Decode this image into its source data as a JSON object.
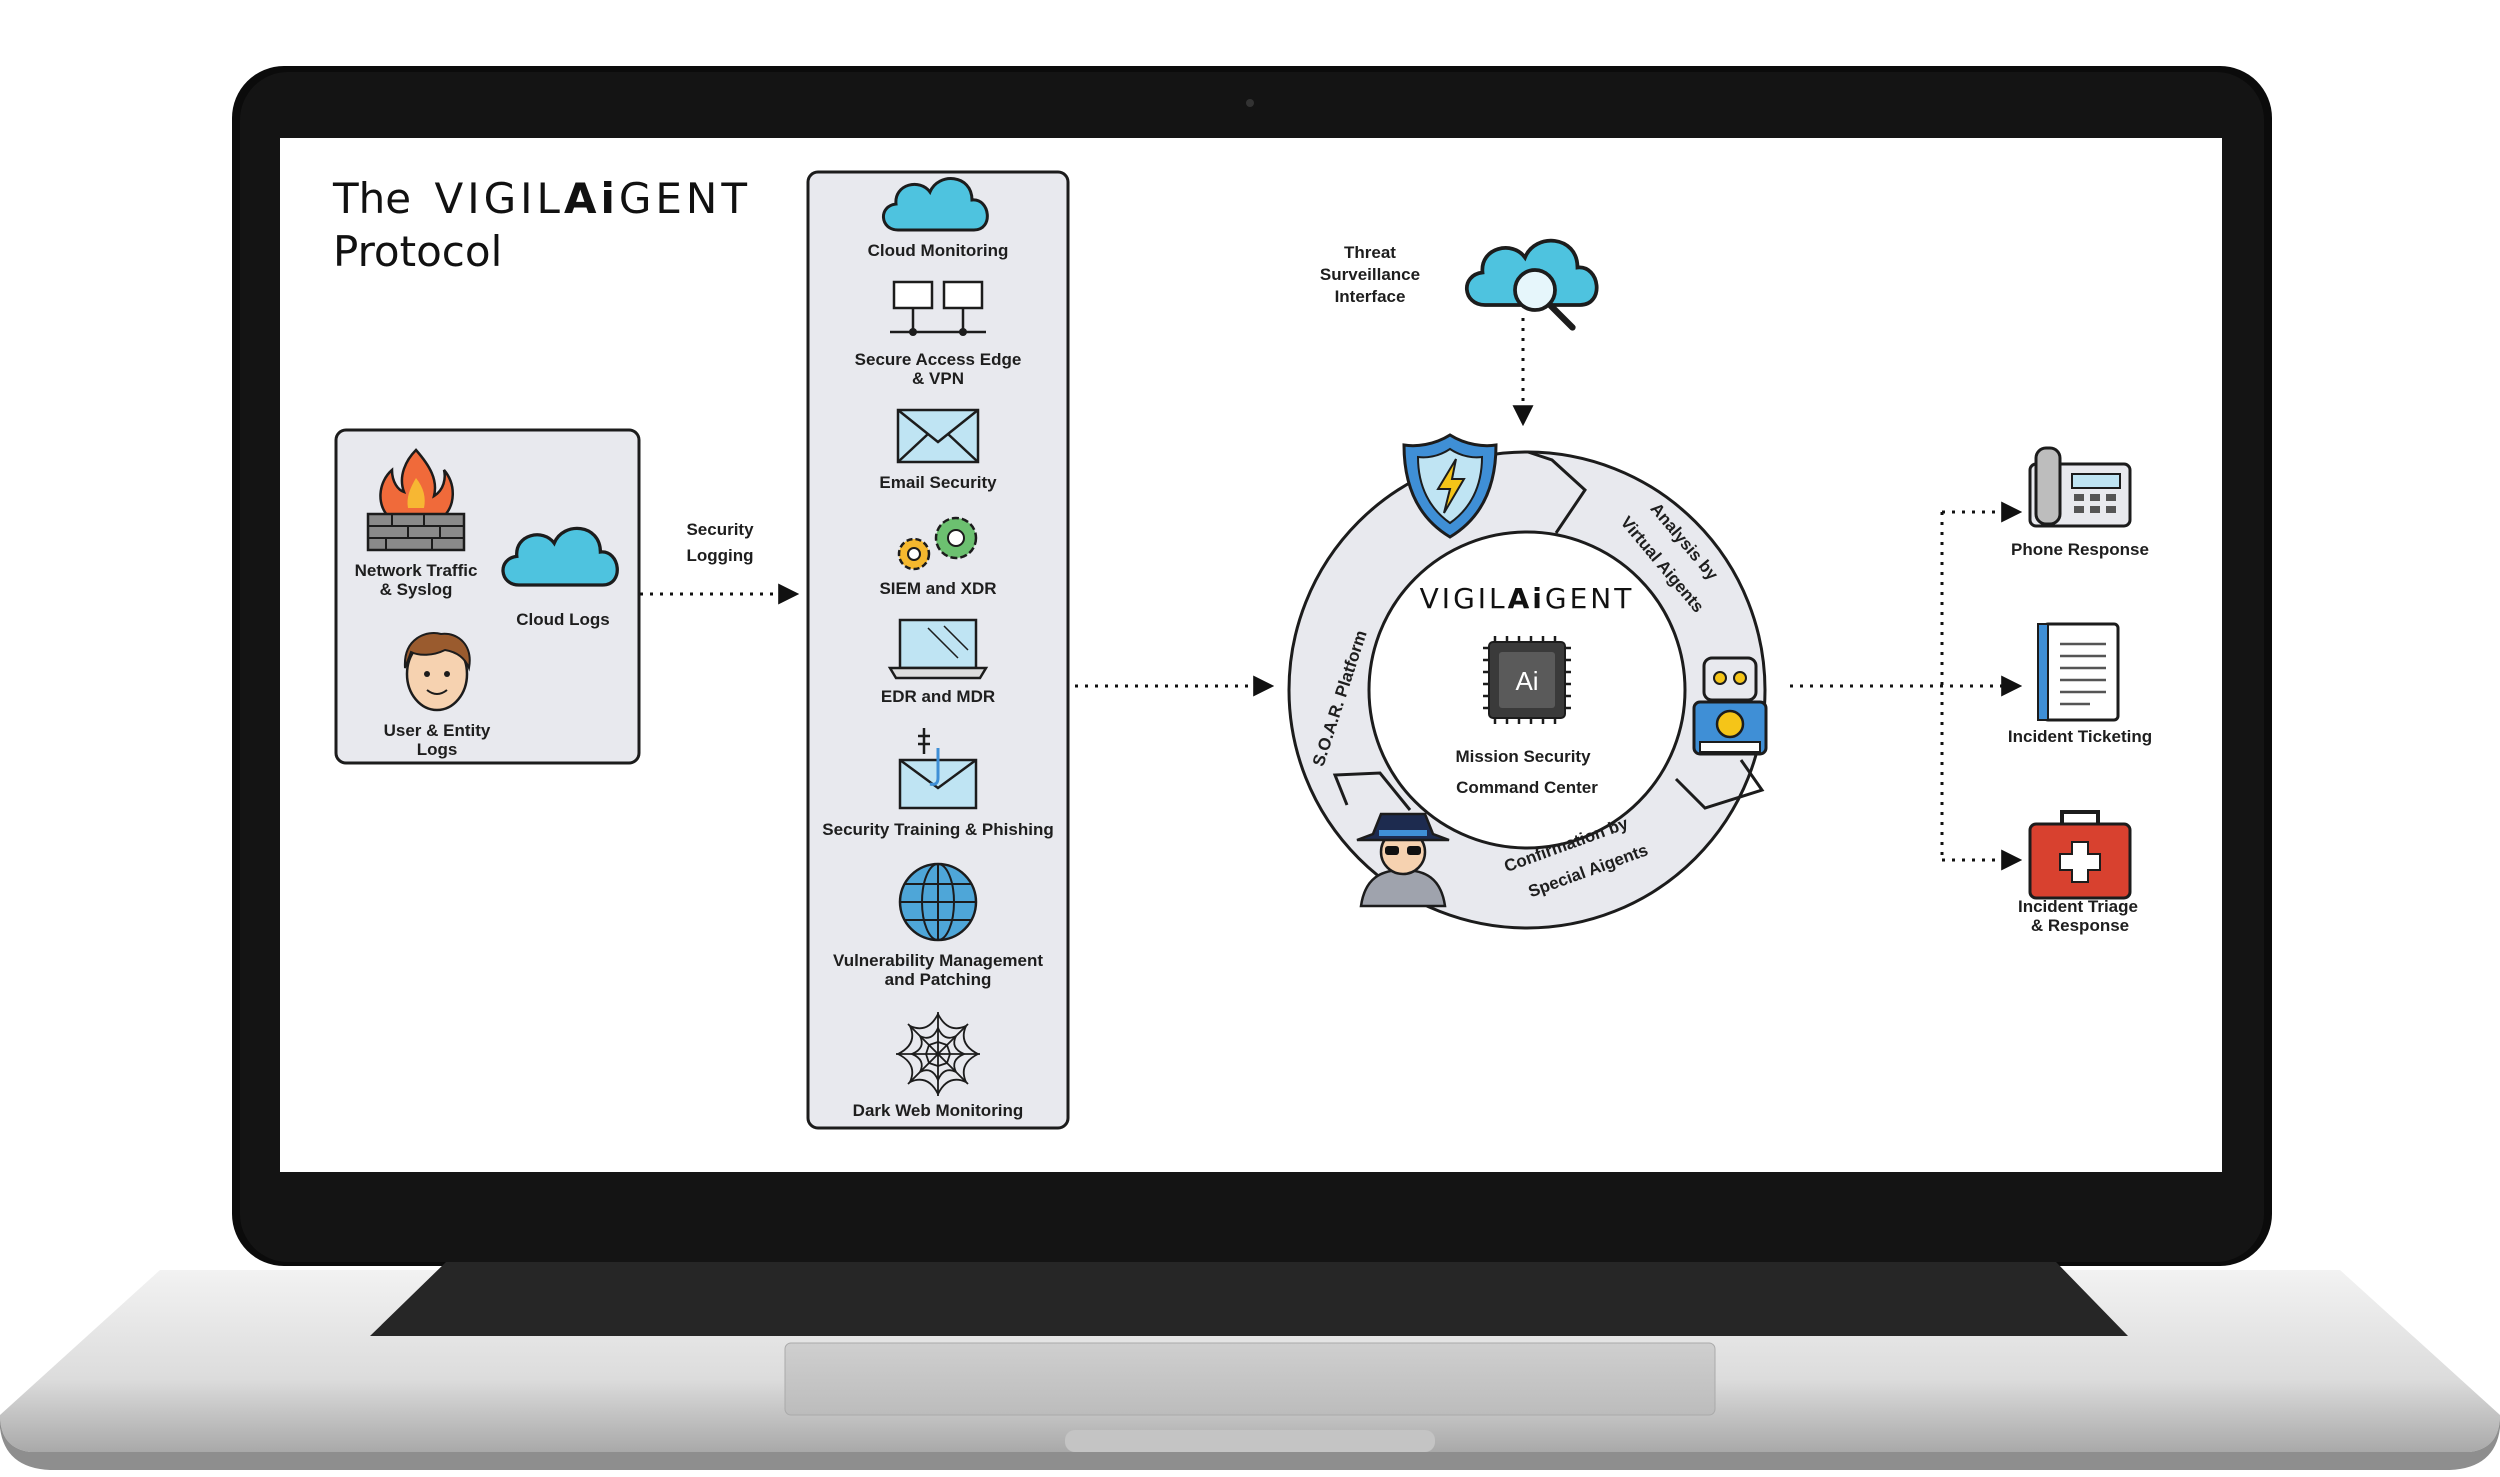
{
  "diagram": {
    "title_the": "The",
    "title_vigil": "VIGIL",
    "title_ai": "Ai",
    "title_gent": "GENT",
    "title_protocol": "Protocol",
    "sources": {
      "network_1": "Network Traffic",
      "network_2": "& Syslog",
      "cloud": "Cloud Logs",
      "user_1": "User & Entity",
      "user_2": "Logs"
    },
    "security_logging_1": "Security",
    "security_logging_2": "Logging",
    "services": [
      {
        "line1": "Cloud Monitoring",
        "line2": "",
        "icon": "cloud-icon"
      },
      {
        "line1": "Secure Access Edge",
        "line2": "& VPN",
        "icon": "network-computers-icon"
      },
      {
        "line1": "Email Security",
        "line2": "",
        "icon": "envelope-icon"
      },
      {
        "line1": "SIEM and XDR",
        "line2": "",
        "icon": "gears-icon"
      },
      {
        "line1": "EDR and MDR",
        "line2": "",
        "icon": "laptop-icon"
      },
      {
        "line1": "Security Training & Phishing",
        "line2": "",
        "icon": "phishing-hook-icon"
      },
      {
        "line1": "Vulnerability Management",
        "line2": "and Patching",
        "icon": "globe-icon"
      },
      {
        "line1": "Dark Web Monitoring",
        "line2": "",
        "icon": "spider-web-icon"
      }
    ],
    "threat": {
      "line1": "Threat",
      "line2": "Surveillance",
      "line3": "Interface"
    },
    "ring": {
      "soar": "S.O.A.R. Platform",
      "analysis_1": "Analysis by",
      "analysis_2": "Virtual Aigents",
      "confirm_1": "Confirmation by",
      "confirm_2": "Special Aigents"
    },
    "center": {
      "vigil": "VIGIL",
      "ai": "Ai",
      "gent": "GENT",
      "chip": "Ai",
      "line1": "Mission Security",
      "line2": "Command Center"
    },
    "outputs": {
      "phone": "Phone Response",
      "ticket": "Incident Ticketing",
      "triage_1": "Incident Triage",
      "triage_2": "& Response"
    },
    "colors": {
      "cloud": "#4ec3df",
      "panel": "#e8e9ee",
      "laptop_body": "#d9d9d9",
      "bezel": "#111111",
      "triage_red": "#d8412f",
      "shield_blue": "#3f8fd6",
      "bolt_yellow": "#f5c518"
    }
  }
}
